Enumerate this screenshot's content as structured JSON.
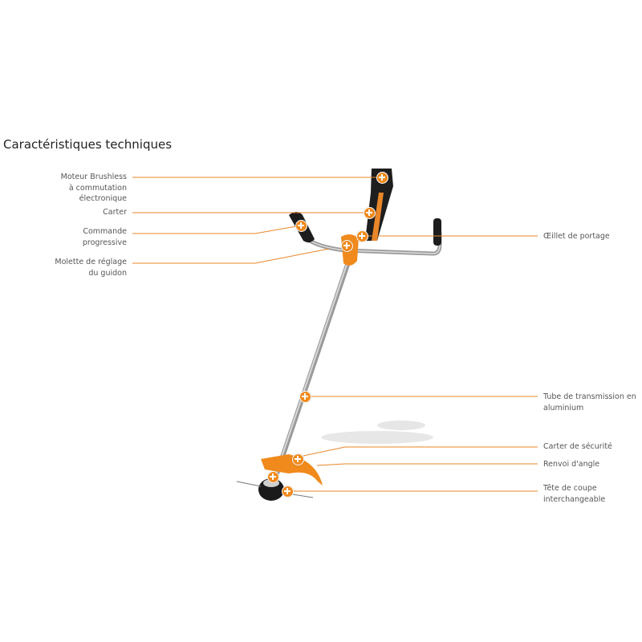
{
  "title": "Caractéristiques techniques",
  "accent_color": "#e8862a",
  "features": [
    {
      "id": "moteur",
      "lines": [
        "Moteur Brushless",
        "à commutation",
        "électronique"
      ]
    },
    {
      "id": "carter",
      "lines": [
        "Carter"
      ]
    },
    {
      "id": "commande",
      "lines": [
        "Commande",
        "progressive"
      ]
    },
    {
      "id": "molette",
      "lines": [
        "Molette de réglage",
        "du guidon"
      ]
    },
    {
      "id": "oeillet",
      "lines": [
        "Œillet de portage"
      ]
    },
    {
      "id": "tube",
      "lines": [
        "Tube de transmission en",
        "aluminium"
      ]
    },
    {
      "id": "carter-securite",
      "lines": [
        "Carter de sécurité"
      ]
    },
    {
      "id": "renvoi",
      "lines": [
        "Renvoi d'angle"
      ]
    },
    {
      "id": "tete",
      "lines": [
        "Tête de coupe",
        "interchangeable"
      ]
    }
  ]
}
